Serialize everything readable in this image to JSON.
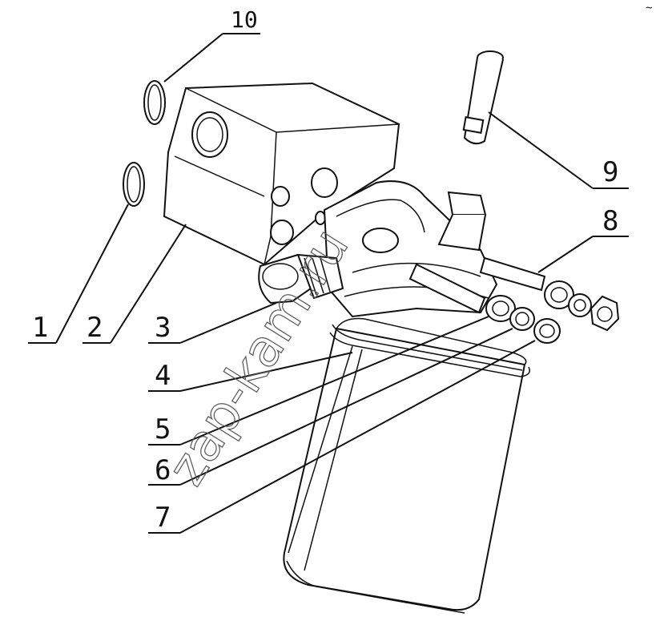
{
  "labels": {
    "l1": "1",
    "l2": "2",
    "l3": "3",
    "l4": "4",
    "l5": "5",
    "l6": "6",
    "l7": "7",
    "l8": "8",
    "l9": "9",
    "l10": "10"
  },
  "watermark": "zap-kam.ru",
  "corner_mark": "~"
}
